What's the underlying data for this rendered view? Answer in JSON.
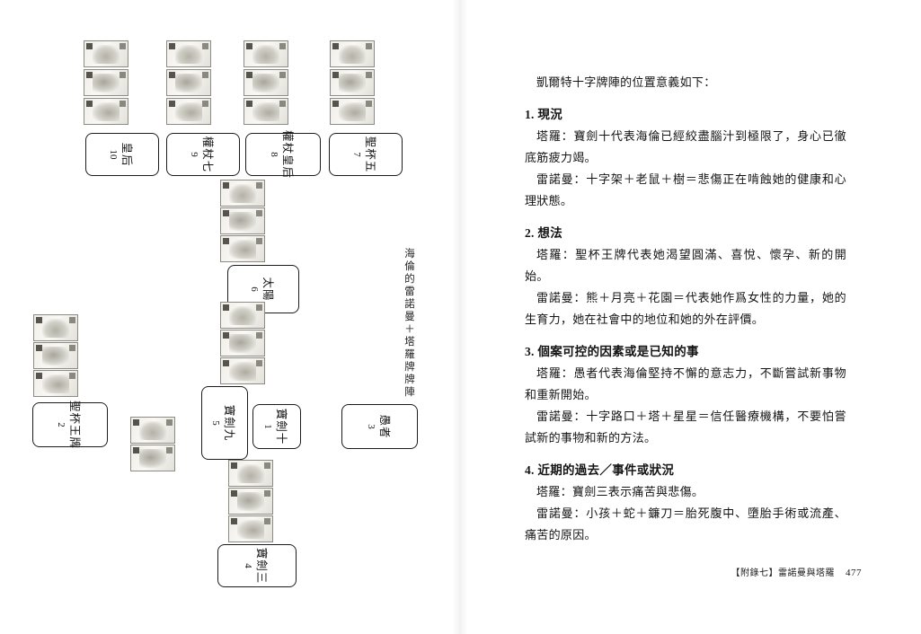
{
  "left": {
    "caption": "海倫的雷諾曼＋塔羅牌牌陣",
    "positions": [
      {
        "name": "寶劍十",
        "number": "1"
      },
      {
        "name": "聖杯王牌",
        "number": "2"
      },
      {
        "name": "愚者",
        "number": "3"
      },
      {
        "name": "寶劍三",
        "number": "4"
      },
      {
        "name": "寶劍九",
        "number": "5"
      },
      {
        "name": "太陽",
        "number": "6"
      },
      {
        "name": "聖杯五",
        "number": "7"
      },
      {
        "name": "權杖皇后",
        "number": "8"
      },
      {
        "name": "權杖七",
        "number": "9"
      },
      {
        "name": "皇后",
        "number": "10"
      }
    ]
  },
  "right": {
    "intro": "凱爾特十字牌陣的位置意義如下：",
    "sections": [
      {
        "heading": "1. 現況",
        "tarot": "塔羅：寶劍十代表海倫已經絞盡腦汁到極限了，身心已徹底筋疲力竭。",
        "lenormand": "雷諾曼：十字架＋老鼠＋樹＝悲傷正在啃蝕她的健康和心理狀態。"
      },
      {
        "heading": "2. 想法",
        "tarot": "塔羅：聖杯王牌代表她渴望圓滿、喜悅、懷孕、新的開始。",
        "lenormand": "雷諾曼：熊＋月亮＋花園＝代表她作爲女性的力量，她的生育力，她在社會中的地位和她的外在評價。"
      },
      {
        "heading": "3. 個案可控的因素或是已知的事",
        "tarot": "塔羅：愚者代表海倫堅持不懈的意志力，不斷嘗試新事物和重新開始。",
        "lenormand": "雷諾曼：十字路口＋塔＋星星＝信任醫療機構，不要怕嘗試新的事物和新的方法。"
      },
      {
        "heading": "4. 近期的過去／事件或狀況",
        "tarot": "塔羅：寶劍三表示痛苦與悲傷。",
        "lenormand": "雷諾曼：小孩＋蛇＋鐮刀＝胎死腹中、墮胎手術或流產、痛苦的原因。"
      }
    ],
    "footer": {
      "label": "【附錄七】雷諾曼與塔羅",
      "page_number": "477"
    }
  }
}
